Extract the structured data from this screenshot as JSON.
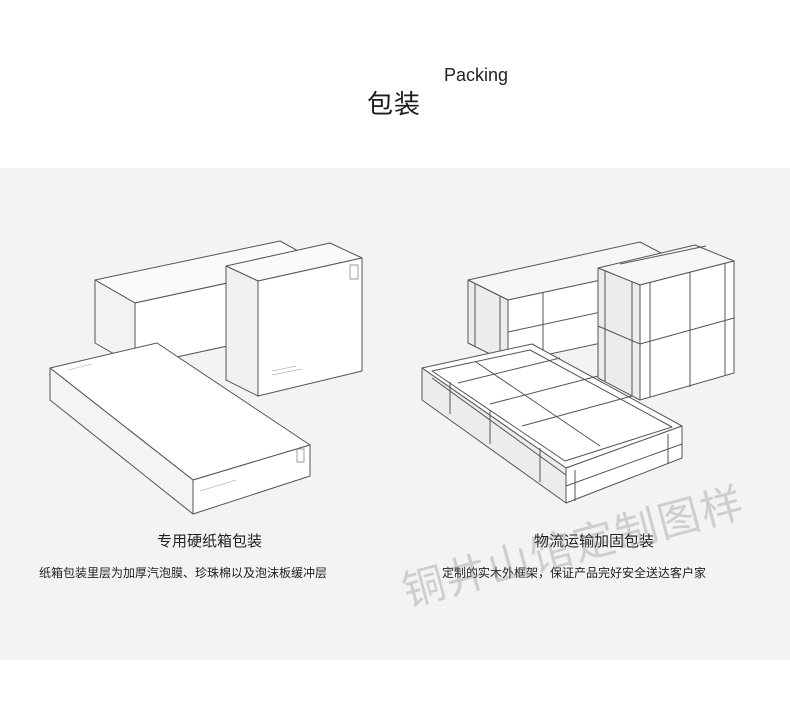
{
  "section": {
    "title_cn": "包装",
    "title_en": "Packing"
  },
  "items": [
    {
      "caption": "专用硬纸箱包装",
      "description": "纸箱包装里层为加厚汽泡膜、珍珠棉以及泡沫板缓冲层"
    },
    {
      "caption": "物流运输加固包装",
      "description": "定制的实木外框架，保证产品完好安全送达客户家"
    }
  ],
  "watermark": "铜井山馆定制图样",
  "colors": {
    "panel_background": "#f3f3f3",
    "line": "#555555",
    "box_face": "#ffffff",
    "wood_face": "#e9e9e9"
  }
}
